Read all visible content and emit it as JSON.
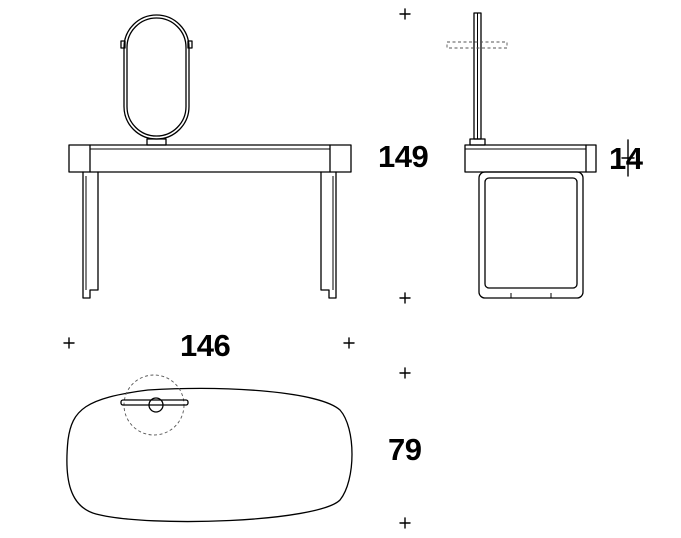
{
  "dimensions": {
    "height": "149",
    "depth": "14",
    "width": "146",
    "plan_depth": "79"
  },
  "colors": {
    "line": "#000000",
    "background": "#ffffff",
    "hidden_line": "#555555"
  }
}
